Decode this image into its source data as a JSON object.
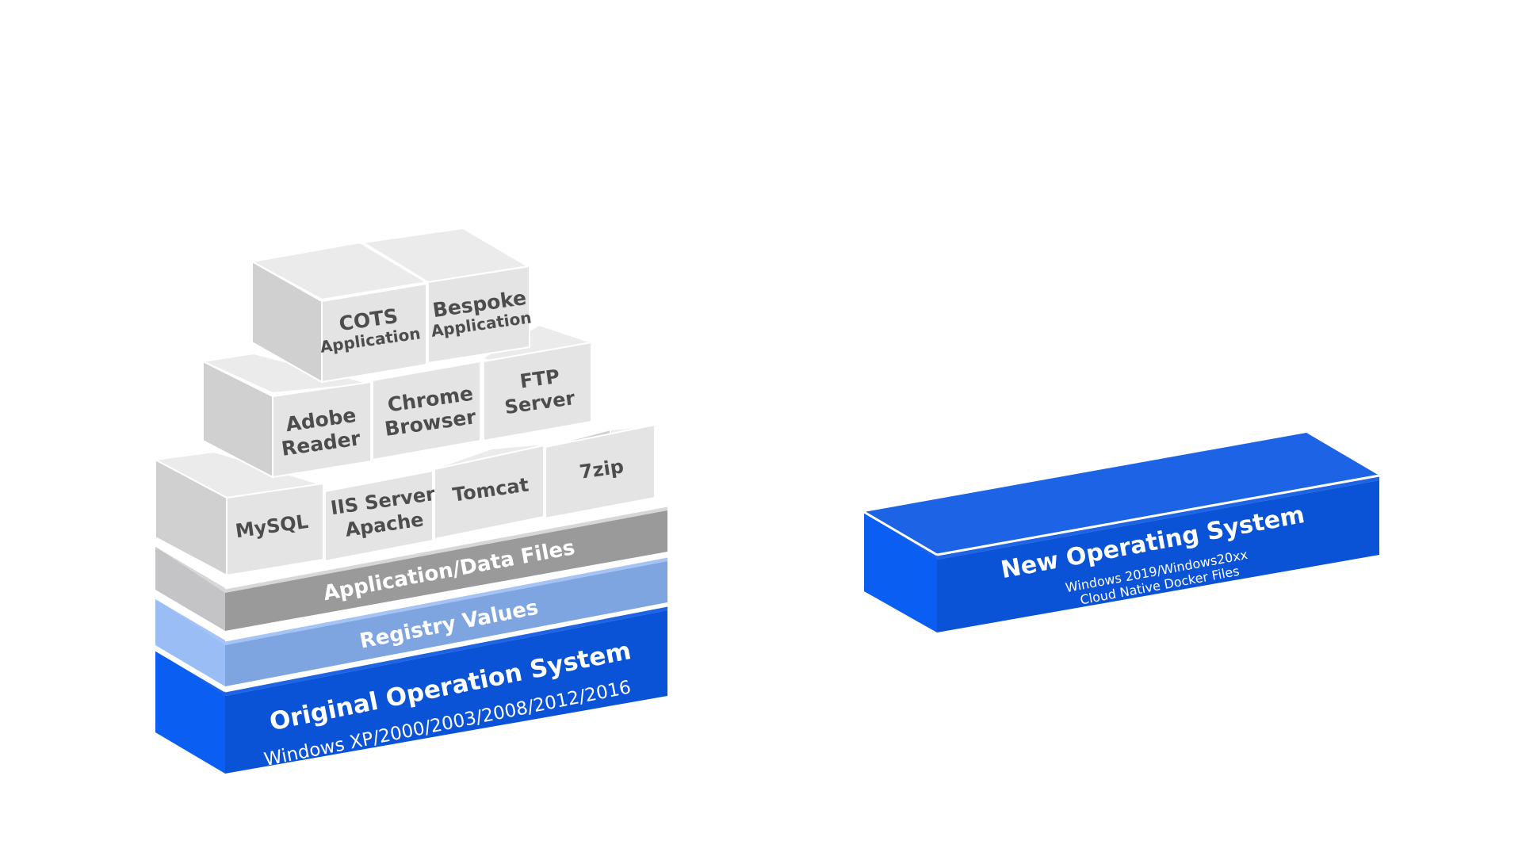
{
  "colors": {
    "box_front": "#e4e4e4",
    "box_top": "#ebebeb",
    "box_side": "#d0d0d0",
    "box_text": "#4d4d4d",
    "data_layer_front": "#9a9a9a",
    "data_layer_top": "#d7d7d9",
    "data_layer_side": "#c4c4c6",
    "registry_front": "#7ea5df",
    "registry_top": "#a5c3f5",
    "registry_side": "#9abdf5",
    "os_front": "#0a52d6",
    "os_top": "#1d63e5",
    "os_side": "#0b5ef2",
    "divider": "#ffffff"
  },
  "boxes": {
    "cots": {
      "line1": "COTS",
      "line2": "Application"
    },
    "bespoke": {
      "line1": "Bespoke",
      "line2": "Application"
    },
    "adobe": {
      "line1": "Adobe",
      "line2": "Reader"
    },
    "chrome": {
      "line1": "Chrome",
      "line2": "Browser"
    },
    "ftp": {
      "line1": "FTP",
      "line2": "Server"
    },
    "mysql": {
      "line1": "MySQL"
    },
    "iis": {
      "line1": "IIS Server",
      "line2": "Apache"
    },
    "tomcat": {
      "line1": "Tomcat"
    },
    "zip": {
      "line1": "7zip"
    }
  },
  "layers": {
    "data_files": {
      "label": "Application/Data Files"
    },
    "registry": {
      "label": "Registry Values"
    },
    "original_os": {
      "title": "Original Operation System",
      "subtitle": "Windows XP/2000/2003/2008/2012/2016"
    }
  },
  "new_os": {
    "title": "New Operating System",
    "line1": "Windows 2019/Windows20xx",
    "line2": "Cloud Native Docker Files"
  }
}
